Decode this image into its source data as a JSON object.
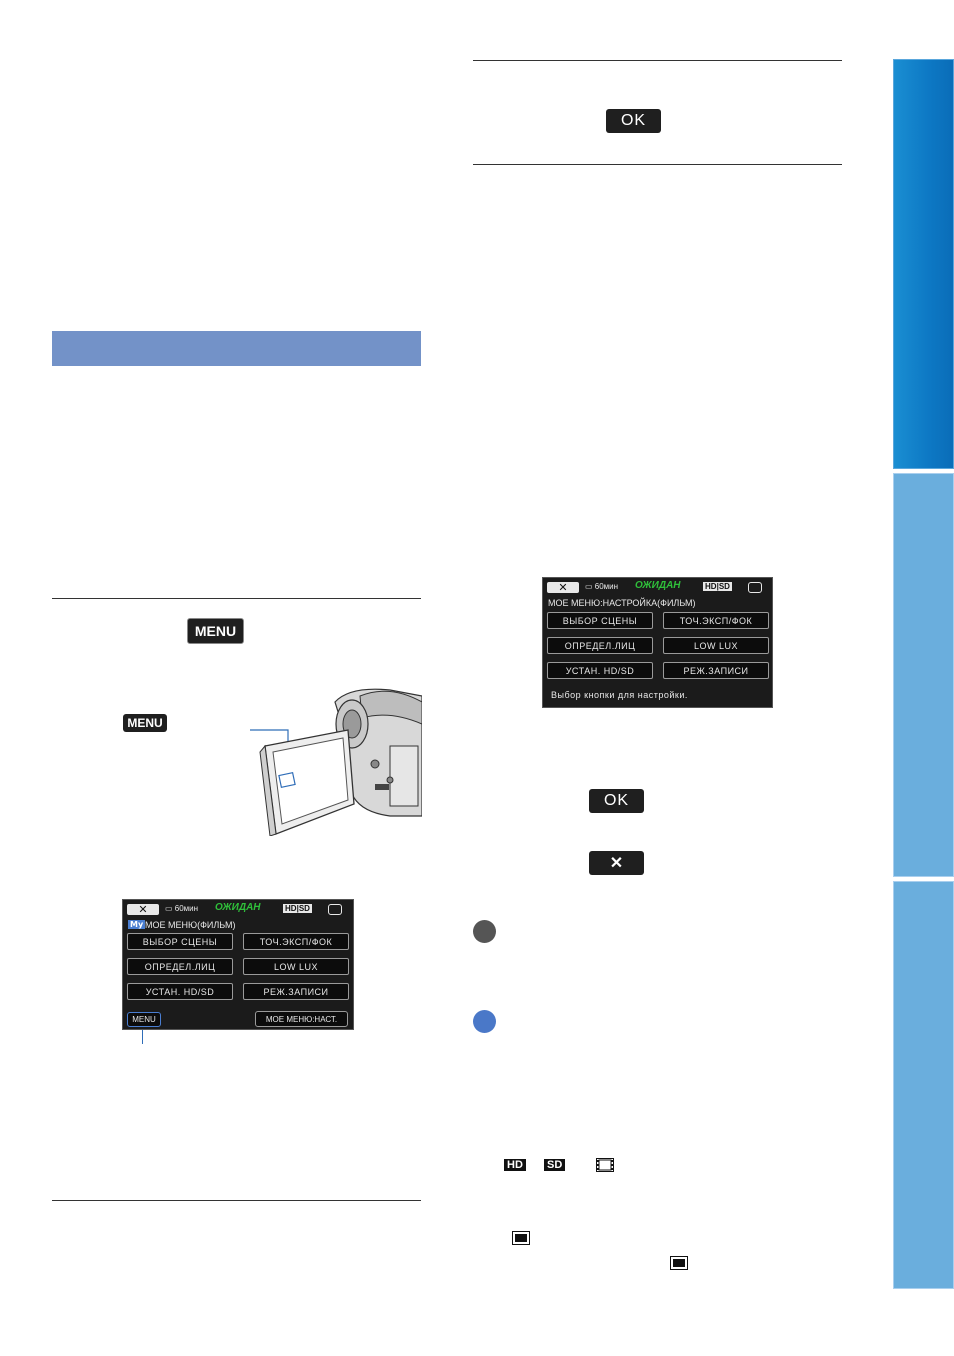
{
  "labels": {
    "ok": "OK",
    "menu": "MENU",
    "close": "✕"
  },
  "lcd_top": {
    "battery": "60мин",
    "status": "ОЖИДАН",
    "format": "HD",
    "format2": "SD",
    "title": "МОЕ МЕНЮ:НАСТРОЙКА(ФИЛЬМ)",
    "buttons": [
      "ВЫБОР СЦЕНЫ",
      "ТОЧ.ЭКСП/ФОК",
      "ОПРЕДЕЛ.ЛИЦ",
      "LOW LUX",
      "УСТАН. HD/SD",
      "РЕЖ.ЗАПИСИ"
    ],
    "hint": "Выбор кнопки для настройки."
  },
  "lcd_bottom": {
    "battery": "60мин",
    "status": "ОЖИДАН",
    "format": "HD",
    "format2": "SD",
    "my": "My",
    "title": "МОЕ МЕНЮ(ФИЛЬМ)",
    "buttons": [
      "ВЫБОР СЦЕНЫ",
      "ТОЧ.ЭКСП/ФОК",
      "ОПРЕДЕЛ.ЛИЦ",
      "LOW LUX",
      "УСТАН. HD/SD",
      "РЕЖ.ЗАПИСИ"
    ],
    "menu_key": "MENU",
    "footer_btn": "МОЕ МЕНЮ:НАСТ."
  },
  "icons": {
    "hd": "HD",
    "sd": "SD"
  },
  "colors": {
    "section_bar": "#7392c8",
    "bullet_dark": "#555555",
    "bullet_blue": "#4a78c8",
    "tab_active": "#0d78c4",
    "tab_inactive": "#6aaedd"
  }
}
